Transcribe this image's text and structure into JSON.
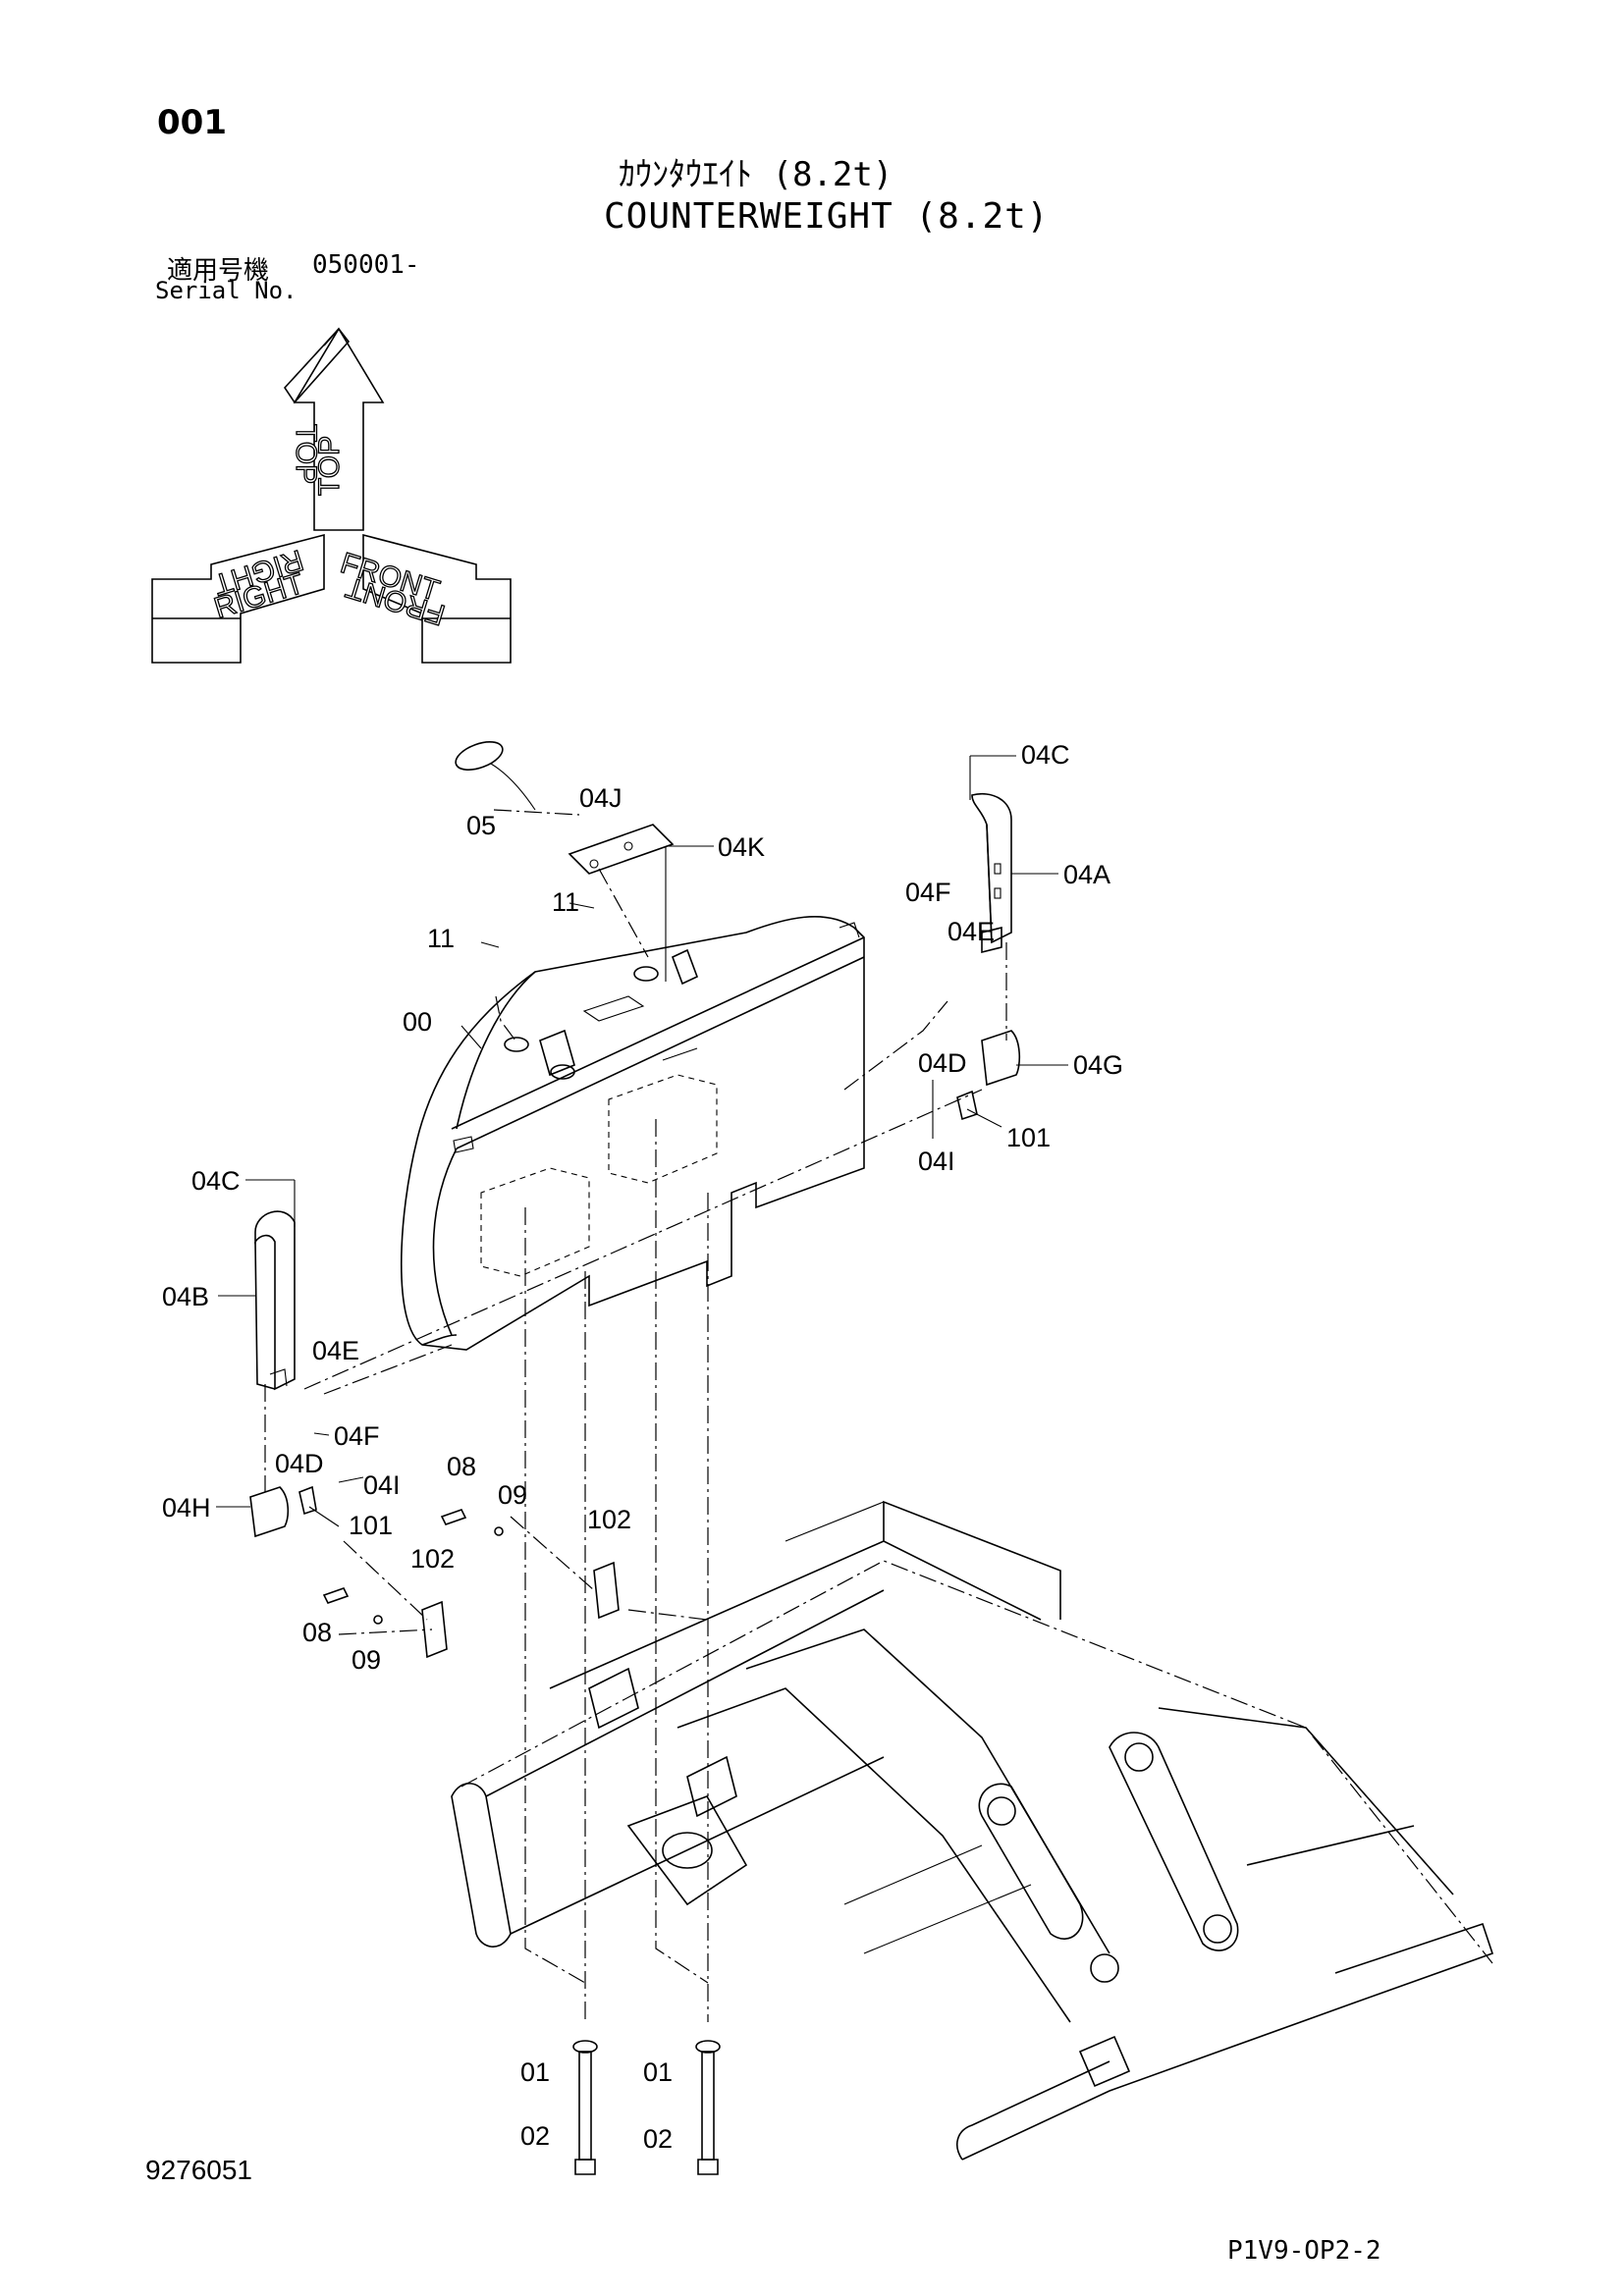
{
  "header": {
    "page_code": "001",
    "title_jp": "ｶｳﾝﾀｳｴｲﾄ (8.2t)",
    "title_en": "COUNTERWEIGHT (8.2t)",
    "serial_label_jp": "適用号機",
    "serial_number": "050001-",
    "serial_label_en": "Serial No."
  },
  "orientation": {
    "top": "TOP",
    "right": "RIGHT",
    "front": "FRONT"
  },
  "callouts": {
    "c05": "05",
    "c04J": "04J",
    "c04K": "04K",
    "c04C_top": "04C",
    "c04A": "04A",
    "c11_a": "11",
    "c11_b": "11",
    "c04F_r": "04F",
    "c04E_r": "04E",
    "c00": "00",
    "c04D_r": "04D",
    "c04G": "04G",
    "c101_r": "101",
    "c04I_r": "04I",
    "c04C_left": "04C",
    "c04B": "04B",
    "c04E_l": "04E",
    "c04F_l": "04F",
    "c04D_l": "04D",
    "c08_a": "08",
    "c04I_l": "04I",
    "c04H": "04H",
    "c101_l": "101",
    "c09_a": "09",
    "c102_a": "102",
    "c102_b": "102",
    "c08_b": "08",
    "c09_b": "09",
    "c01_a": "01",
    "c01_b": "01",
    "c02_a": "02",
    "c02_b": "02"
  },
  "footer": {
    "doc_number": "9276051",
    "page_ref": "P1V9-OP2-2"
  }
}
